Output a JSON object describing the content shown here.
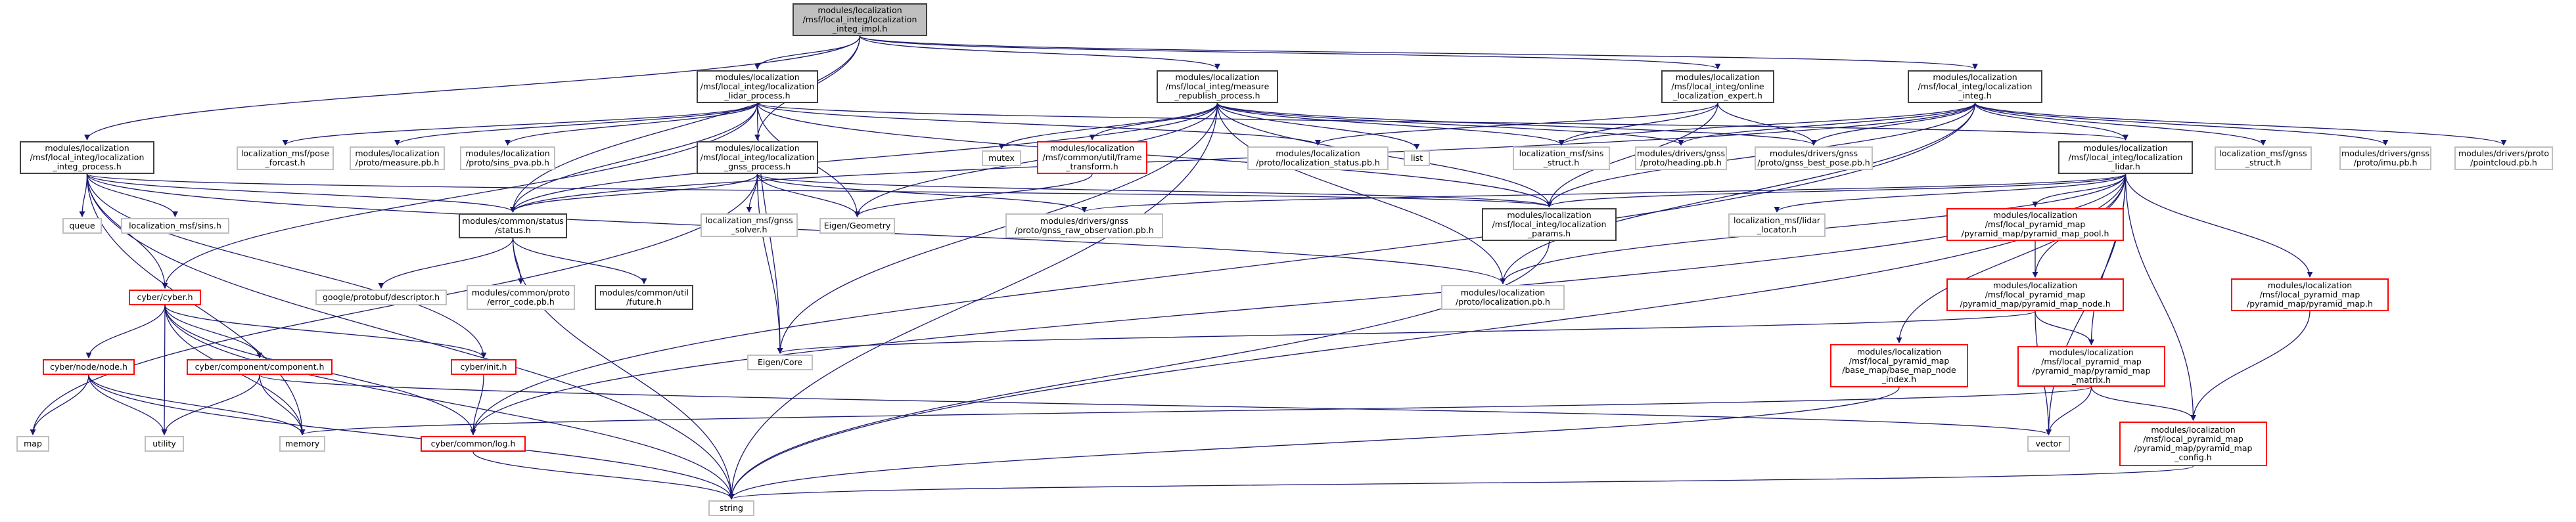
{
  "diagram": {
    "colors": {
      "edge": "#191970",
      "node_border": "#404040",
      "undocumented_border": "#bfbfbf",
      "truncated_border": "#ff0000",
      "root_fill": "#bfbfbf"
    },
    "nodes": {
      "root": "modules/localization\n/msf/local_integ/localization\n_integ_impl.h",
      "lidar_process": "modules/localization\n/msf/local_integ/localization\n_lidar_process.h",
      "measure_republish": "modules/localization\n/msf/local_integ/measure\n_republish_process.h",
      "online_expert": "modules/localization\n/msf/local_integ/online\n_localization_expert.h",
      "integ_h": "modules/localization\n/msf/local_integ/localization\n_integ.h",
      "integ_process": "modules/localization\n/msf/local_integ/localization\n_integ_process.h",
      "pose_forcast": "localization_msf/pose\n_forcast.h",
      "measure_pb": "modules/localization\n/proto/measure.pb.h",
      "sins_pva_pb": "modules/localization\n/proto/sins_pva.pb.h",
      "gnss_process": "modules/localization\n/msf/local_integ/localization\n_gnss_process.h",
      "mutex": "mutex",
      "frame_transform": "modules/localization\n/msf/common/util/frame\n_transform.h",
      "localization_status_pb": "modules/localization\n/proto/localization_status.pb.h",
      "list": "list",
      "sins_struct": "localization_msf/sins\n_struct.h",
      "heading_pb": "modules/drivers/gnss\n/proto/heading.pb.h",
      "gnss_best_pose_pb": "modules/drivers/gnss\n/proto/gnss_best_pose.pb.h",
      "localization_lidar_h": "modules/localization\n/msf/local_integ/localization\n_lidar.h",
      "gnss_struct": "localization_msf/gnss\n_struct.h",
      "imu_pb": "modules/drivers/gnss\n/proto/imu.pb.h",
      "pointcloud_pb": "modules/drivers/proto\n/pointcloud.pb.h",
      "queue": "queue",
      "sins_h": "localization_msf/sins.h",
      "status_h": "modules/common/status\n/status.h",
      "gnss_solver": "localization_msf/gnss\n_solver.h",
      "eigen_geometry": "Eigen/Geometry",
      "gnss_raw_observation_pb": "modules/drivers/gnss\n/proto/gnss_raw_observation.pb.h",
      "localization_params": "modules/localization\n/msf/local_integ/localization\n_params.h",
      "lidar_locator": "localization_msf/lidar\n_locator.h",
      "pyramid_map_pool": "modules/localization\n/msf/local_pyramid_map\n/pyramid_map/pyramid_map_pool.h",
      "cyber_h": "cyber/cyber.h",
      "protobuf_descriptor": "google/protobuf/descriptor.h",
      "error_code_pb": "modules/common/proto\n/error_code.pb.h",
      "future_h": "modules/common/util\n/future.h",
      "localization_pb": "modules/localization\n/proto/localization.pb.h",
      "pyramid_map_node": "modules/localization\n/msf/local_pyramid_map\n/pyramid_map/pyramid_map_node.h",
      "pyramid_map_h": "modules/localization\n/msf/local_pyramid_map\n/pyramid_map/pyramid_map.h",
      "eigen_core": "Eigen/Core",
      "node_h": "cyber/node/node.h",
      "component_h": "cyber/component/component.h",
      "init_h": "cyber/init.h",
      "base_map_node_index": "modules/localization\n/msf/local_pyramid_map\n/base_map/base_map_node\n_index.h",
      "pyramid_map_matrix": "modules/localization\n/msf/local_pyramid_map\n/pyramid_map/pyramid_map\n_matrix.h",
      "map": "map",
      "utility": "utility",
      "memory": "memory",
      "log_h": "cyber/common/log.h",
      "vector": "vector",
      "pyramid_map_config": "modules/localization\n/msf/local_pyramid_map\n/pyramid_map/pyramid_map\n_config.h",
      "string": "string"
    }
  }
}
